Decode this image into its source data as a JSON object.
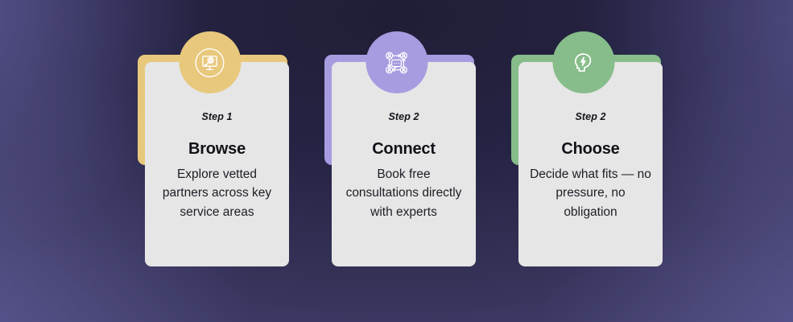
{
  "background": {
    "gradient_inner": "#201e36",
    "gradient_outer": "#504d80"
  },
  "panel_color": "#e6e6e6",
  "steps": [
    {
      "accent_color": "#e8c87c",
      "icon": "monitor-globe-search-icon",
      "step_label": "Step 1",
      "title": "Browse",
      "description": "Explore vetted partners across key service areas"
    },
    {
      "accent_color": "#a89ce0",
      "icon": "people-network-chat-icon",
      "step_label": "Step 2",
      "title": "Connect",
      "description": "Book free consultations directly with experts"
    },
    {
      "accent_color": "#87bd8a",
      "icon": "head-lightning-idea-icon",
      "step_label": "Step 2",
      "title": "Choose",
      "description": "Decide what fits — no pressure, no obligation"
    }
  ]
}
